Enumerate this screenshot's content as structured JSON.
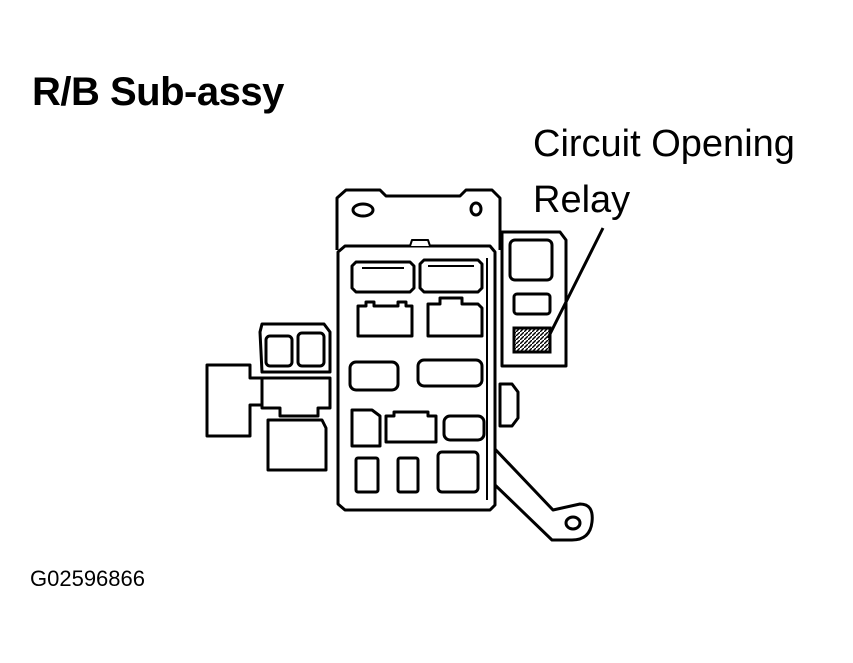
{
  "title": "R/B Sub-assy",
  "callout": {
    "line1": "Circuit Opening",
    "line2": "Relay"
  },
  "figure_id": "G02596866"
}
